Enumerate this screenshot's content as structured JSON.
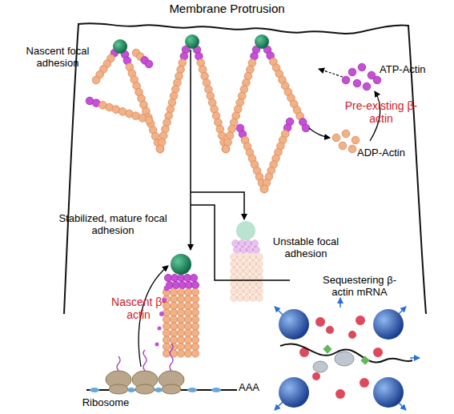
{
  "diagram": {
    "title": "Membrane Protrusion",
    "labels": [
      "Nascent focal adhesion",
      "ATP-Actin",
      "Pre-existing β-actin",
      "ADP-Actin",
      "Stabilized, mature focal adhesion",
      "Nascent β-actin",
      "Unstable focal adhesion",
      "Sequestering β-actin mRNA",
      "Ribosome",
      "AAA"
    ]
  }
}
